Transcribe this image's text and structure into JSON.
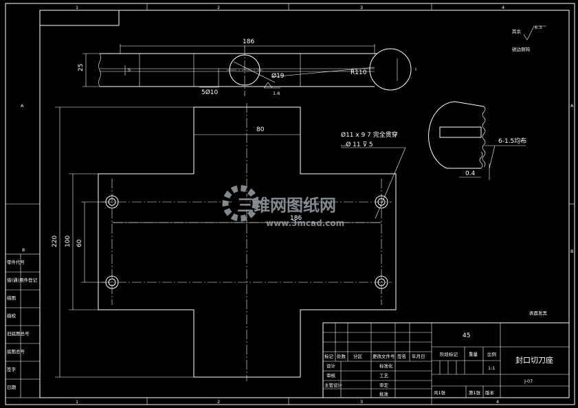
{
  "frame": {
    "col_labels": [
      "1",
      "2",
      "3",
      "4"
    ],
    "row_labels": [
      "A",
      "B"
    ]
  },
  "top_view": {
    "dim_overall": "186",
    "dim_height": "25",
    "dim_slot": "5",
    "dim_hole": "Ø19",
    "dim_radius": "R110",
    "dim_slot_width": "5Ø10",
    "roughness": "1.6",
    "detail_mark": "I"
  },
  "main_view": {
    "dim_top_width": "80",
    "dim_hole_pitch": "186",
    "dim_total_height": "220",
    "dim_mid_height": "100",
    "dim_hole_vpitch": "60",
    "hole_note_1": "Ø11 x 9 7 完全贯穿",
    "hole_note_2": "⌴Ø 11 ⊽ 5"
  },
  "detail": {
    "thread_note": "6-1.5均布",
    "dim": "0.4"
  },
  "roughness_note": {
    "label": "其余",
    "value": "6.3",
    "sub": "锐边倒钝"
  },
  "surface_note": "表面发黑",
  "left_table": [
    "零件代号",
    "借(通)用件登记",
    "描图",
    "描校",
    "旧底图总号",
    "底图总号",
    "签字",
    "日期"
  ],
  "left_table_top": "8",
  "title_block": {
    "material": "45",
    "part_name": "封口切刀座",
    "drawing_no": "J-07",
    "scale": "1:1",
    "rev_headers": [
      "标记",
      "处数",
      "分区",
      "更改文件号",
      "签名",
      "年月日"
    ],
    "sign_rows": [
      "设计",
      "标准化",
      "审核",
      "工艺",
      "主管设计",
      "审定",
      "批准"
    ],
    "stage_headers": [
      "阶段标记",
      "重量",
      "比例"
    ],
    "sheet_total": "共1张",
    "sheet_no": "第1张",
    "version": "版本"
  },
  "watermark": {
    "name": "三维网图纸网",
    "url": "www.3mcad.com"
  }
}
